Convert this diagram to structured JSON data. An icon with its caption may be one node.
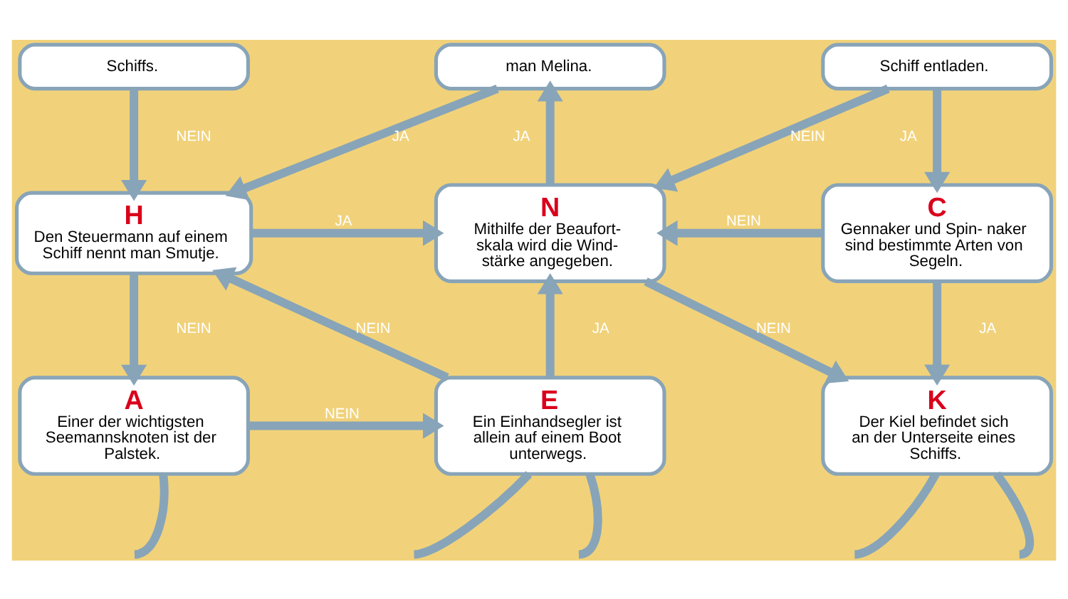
{
  "diagram": {
    "nodes": [
      {
        "text": [
          "Schiffs."
        ]
      },
      {
        "text": [
          "man Melina."
        ]
      },
      {
        "text": [
          "Schiff entladen."
        ]
      },
      {
        "text": [
          "H",
          "Den Steuermann auf einem Schiff nennt man Smutje."
        ]
      },
      {
        "text": [
          "N",
          "Mithilfe der Beaufort- skala wird die Wind- stärke angegeben."
        ]
      },
      {
        "text": [
          "C",
          "Gennaker und Spin- naker sind bestimmte Arten von Segeln."
        ]
      },
      {
        "text": [
          "A",
          "Einer der wichtigsten Seemannsknoten ist der Palstek."
        ]
      },
      {
        "text": [
          "E",
          "Ein Einhandsegler ist allein auf einem Boot unterwegs."
        ]
      },
      {
        "text": [
          "K",
          "Der Kiel befindet sich an der Unterseite eines Schiffs."
        ]
      }
    ],
    "edges": [
      {
        "from": 0,
        "to": 3,
        "arrow": "to",
        "label": "NEIN"
      },
      {
        "from": 1,
        "to": 3,
        "arrow": "to",
        "label": "JA"
      },
      {
        "from": 4,
        "to": 1,
        "arrow": "to",
        "label": "JA"
      },
      {
        "from": 2,
        "to": 4,
        "arrow": "to",
        "label": "NEIN"
      },
      {
        "from": 2,
        "to": 5,
        "arrow": "to",
        "label": "JA"
      },
      {
        "from": 3,
        "to": 4,
        "arrow": "to",
        "label": "JA"
      },
      {
        "from": 5,
        "to": 4,
        "arrow": "to",
        "label": "NEIN"
      },
      {
        "from": 3,
        "to": 6,
        "arrow": "to",
        "label": "NEIN"
      },
      {
        "from": 7,
        "to": 3,
        "arrow": "to",
        "label": "NEIN"
      },
      {
        "from": 7,
        "to": 4,
        "arrow": "to",
        "label": "JA"
      },
      {
        "from": 4,
        "to": 8,
        "arrow": "to",
        "label": "NEIN"
      },
      {
        "from": 5,
        "to": 8,
        "arrow": "to",
        "label": "JA"
      },
      {
        "from": 6,
        "to": 7,
        "arrow": "to",
        "label": "NEIN"
      },
      {
        "from": 6,
        "to": null,
        "arrow": "none"
      },
      {
        "from": 7,
        "to": null,
        "arrow": "none"
      },
      {
        "from": 7,
        "to": null,
        "arrow": "none"
      },
      {
        "from": 8,
        "to": null,
        "arrow": "none"
      },
      {
        "from": 8,
        "to": null,
        "arrow": "none"
      }
    ]
  }
}
